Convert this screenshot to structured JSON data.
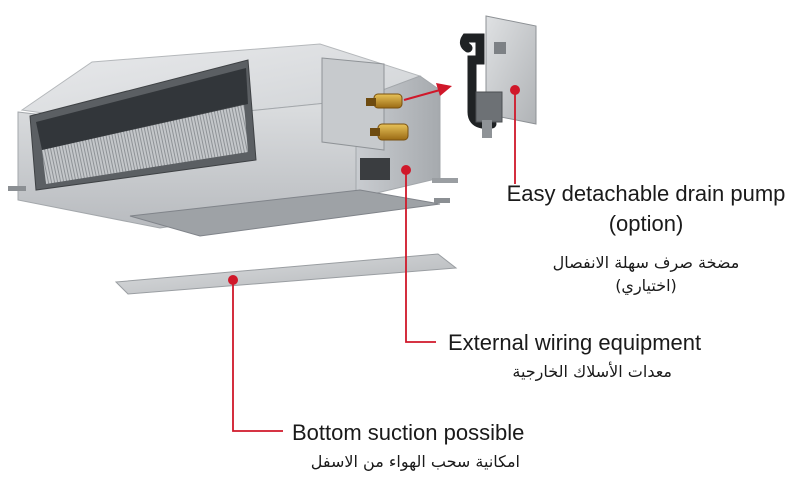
{
  "callouts": {
    "drain_pump": {
      "en_line1": "Easy detachable drain pump",
      "en_line2": "(option)",
      "ar_line1": "مضخة صرف سهلة الانفصال",
      "ar_line2": "(اختياري)"
    },
    "wiring": {
      "en": "External wiring equipment",
      "ar": "معدات الأسلاك الخارجية"
    },
    "suction": {
      "en": "Bottom suction possible",
      "ar": "امكانية سحب الهواء من الاسفل"
    }
  },
  "colors": {
    "leader": "#d0182a",
    "casing": "#d6d8da",
    "casing_dark": "#a9adb1",
    "fin": "#b9bcbf",
    "copper": "#c89a2a"
  },
  "icons": [
    "duct-unit-illustration",
    "drain-pump-illustration",
    "filter-panel-illustration"
  ]
}
